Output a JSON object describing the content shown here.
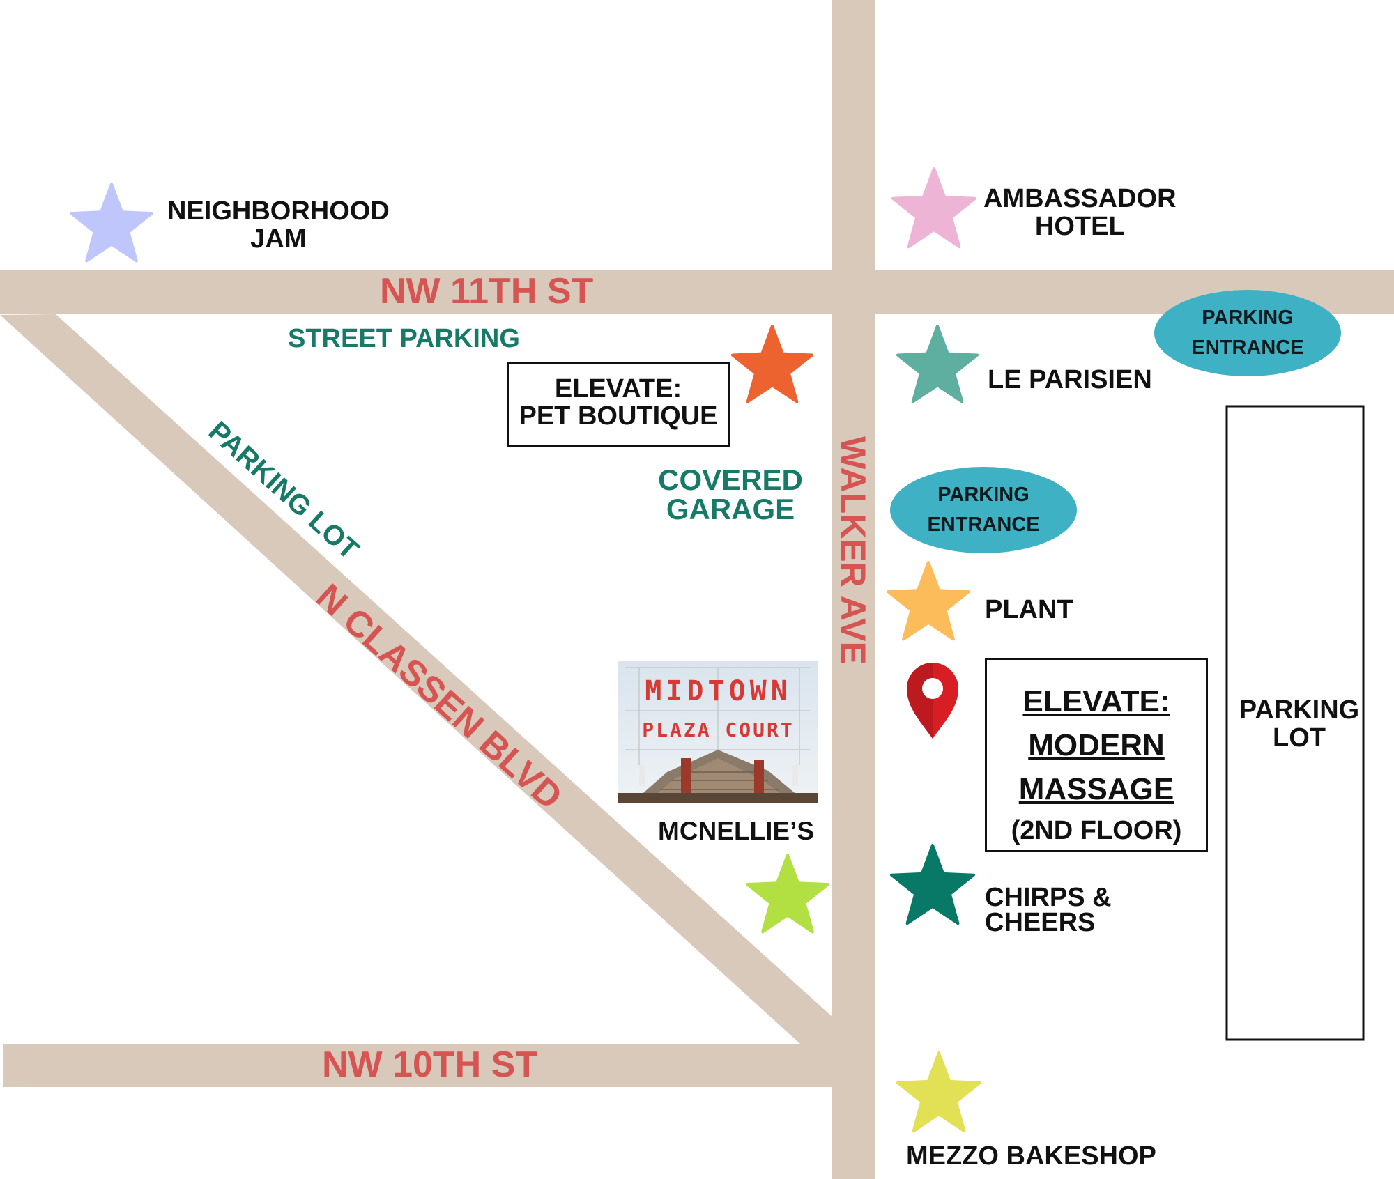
{
  "colors": {
    "road": "#d9c9bb",
    "street_label": "#d65451",
    "parking_label": "#167a67",
    "parking_entrance_fill": "#3eb1c5",
    "pin": "#d81e25"
  },
  "streets": {
    "nw_11th": "NW 11TH ST",
    "nw_10th": "NW 10TH ST",
    "walker": "WALKER AVE",
    "classen": "N CLASSEN BLVD"
  },
  "parking": {
    "street_parking": "STREET PARKING",
    "covered_garage_line1": "COVERED",
    "covered_garage_line2": "GARAGE",
    "diagonal_lot": "PARKING LOT",
    "entrance_top_line1": "PARKING",
    "entrance_top_line2": "ENTRANCE",
    "entrance_mid_line1": "PARKING",
    "entrance_mid_line2": "ENTRANCE",
    "right_lot_line1": "PARKING",
    "right_lot_line2": "LOT"
  },
  "places": [
    {
      "id": "neighborhood-jam",
      "line1": "NEIGHBORHOOD",
      "line2": "JAM",
      "star_color": "#bfc6fb"
    },
    {
      "id": "ambassador-hotel",
      "line1": "AMBASSADOR",
      "line2": "HOTEL",
      "star_color": "#eeb4d6"
    },
    {
      "id": "pet-boutique",
      "line1": "ELEVATE:",
      "line2": "PET BOUTIQUE",
      "star_color": "#ec6330"
    },
    {
      "id": "le-parisien",
      "line1": "LE PARISIEN",
      "star_color": "#5eaf9f"
    },
    {
      "id": "plant",
      "line1": "PLANT",
      "star_color": "#fcbc59"
    },
    {
      "id": "modern-massage",
      "line1": "ELEVATE:",
      "line2": "MODERN",
      "line3": "MASSAGE",
      "line4": "(2ND FLOOR)"
    },
    {
      "id": "mcnellies",
      "line1": "MCNELLIE’S",
      "star_color": "#b2e042"
    },
    {
      "id": "chirps-cheers",
      "line1": "CHIRPS &",
      "line2": "CHEERS",
      "star_color": "#087966"
    },
    {
      "id": "mezzo-bakeshop",
      "line1": "MEZZO BAKESHOP",
      "star_color": "#e2e055"
    }
  ],
  "photo_sign": {
    "line1": "MIDTOWN",
    "line2": "PLAZA COURT"
  }
}
